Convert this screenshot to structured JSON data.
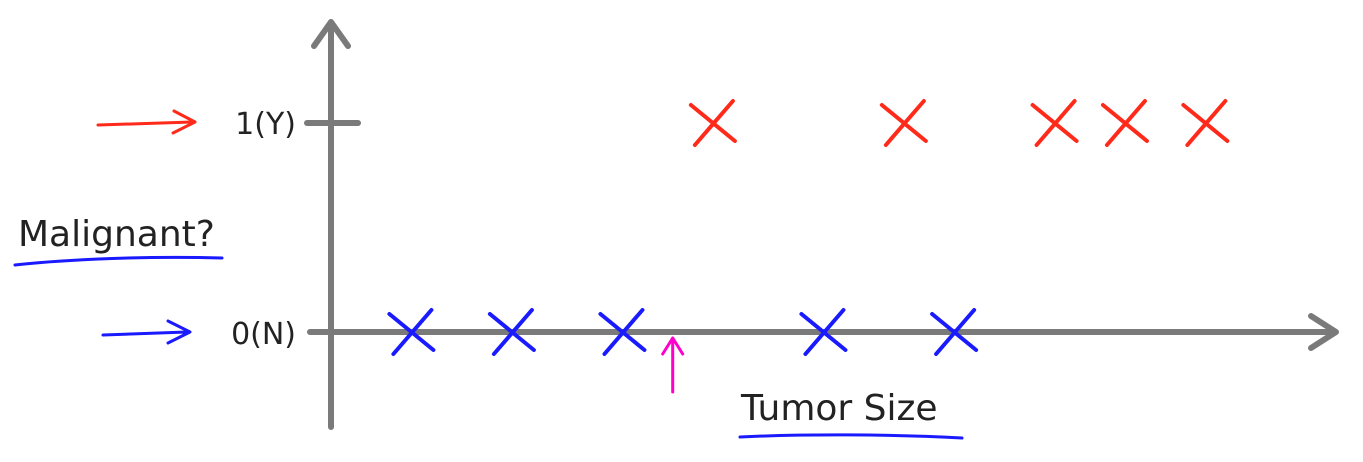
{
  "chart_data": {
    "type": "scatter",
    "title": "",
    "xlabel": "Tumor Size",
    "ylabel": "Malignant?",
    "y_ticks": [
      {
        "value": 0,
        "label": "0(N)"
      },
      {
        "value": 1,
        "label": "1(Y)"
      }
    ],
    "ylim": [
      -0.45,
      1.45
    ],
    "xlim": [
      0,
      10
    ],
    "grid": false,
    "series": [
      {
        "class": 0,
        "color": "#1a1aff",
        "x": [
          0.8,
          1.8,
          2.9,
          4.9,
          6.2
        ],
        "y": [
          0,
          0,
          0,
          0,
          0
        ]
      },
      {
        "class": 1,
        "color": "#ff2a1a",
        "x": [
          3.8,
          5.7,
          7.2,
          7.9,
          8.7
        ],
        "y": [
          1,
          1,
          1,
          1,
          1
        ]
      }
    ],
    "annotations": [
      {
        "type": "arrow",
        "x": 3.4,
        "color": "#ff00cc"
      }
    ],
    "tick_arrow_colors": {
      "0": "#1a1aff",
      "1": "#ff2a1a"
    },
    "label_underline_color": "#1a1aff",
    "axis_color": "#7a7a7a"
  }
}
